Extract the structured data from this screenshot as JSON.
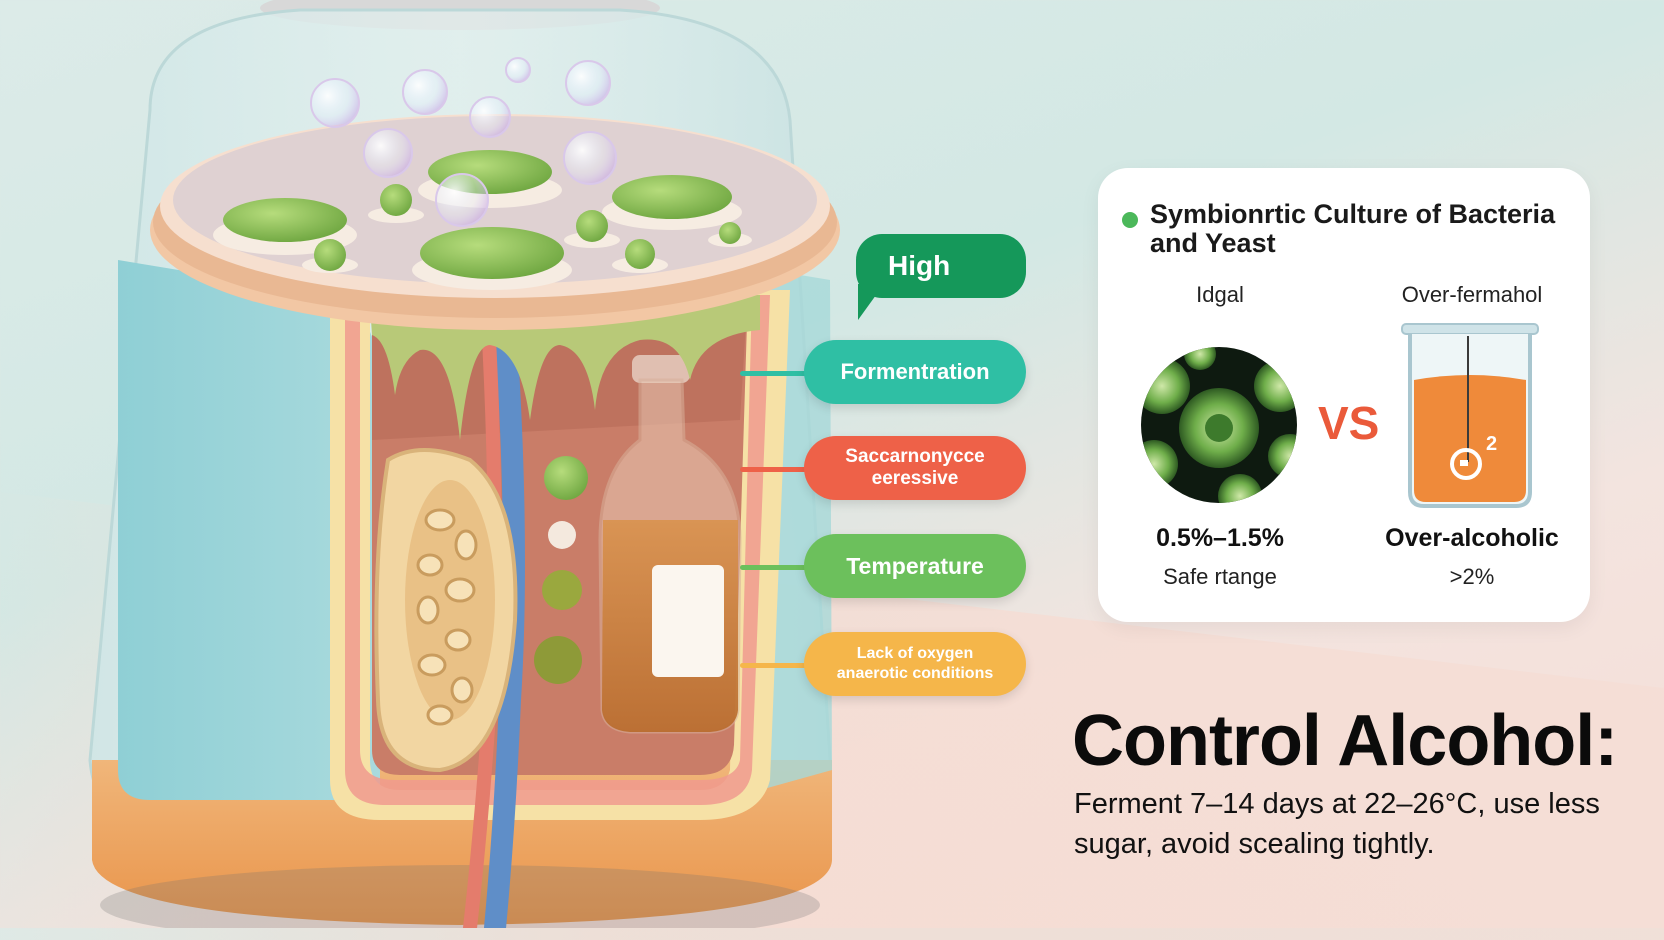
{
  "colors": {
    "high": "#15985a",
    "fermentation": "#2fbfa4",
    "saccharomyces": "#ee6148",
    "temperature": "#6cc05c",
    "oxygen": "#f5b64a",
    "vs": "#ea5a3a"
  },
  "callout": {
    "label": "High"
  },
  "labels": [
    {
      "key": "fermentation",
      "line1": "Formentration",
      "line2": ""
    },
    {
      "key": "saccharomyces",
      "line1": "Saccarnonycce",
      "line2": "eeressive"
    },
    {
      "key": "temperature",
      "line1": "Temperature",
      "line2": ""
    },
    {
      "key": "oxygen",
      "line1": "Lack of oxygen",
      "line2": "anaerotic conditions"
    }
  ],
  "card": {
    "title": "Symbionrtic Culture of Bacteria and Yeast",
    "left": {
      "label": "Idgal",
      "value": "0.5%–1.5%",
      "sub": "Safe rtange"
    },
    "vs": "VS",
    "right": {
      "label": "Over-fermahol",
      "value": "Over-alcoholic",
      "sub": ">2%",
      "icon_text": "2"
    }
  },
  "heading": "Control Alcohol:",
  "body": "Ferment 7–14 days at 22–26°C, use less sugar, avoid scealing tightly."
}
